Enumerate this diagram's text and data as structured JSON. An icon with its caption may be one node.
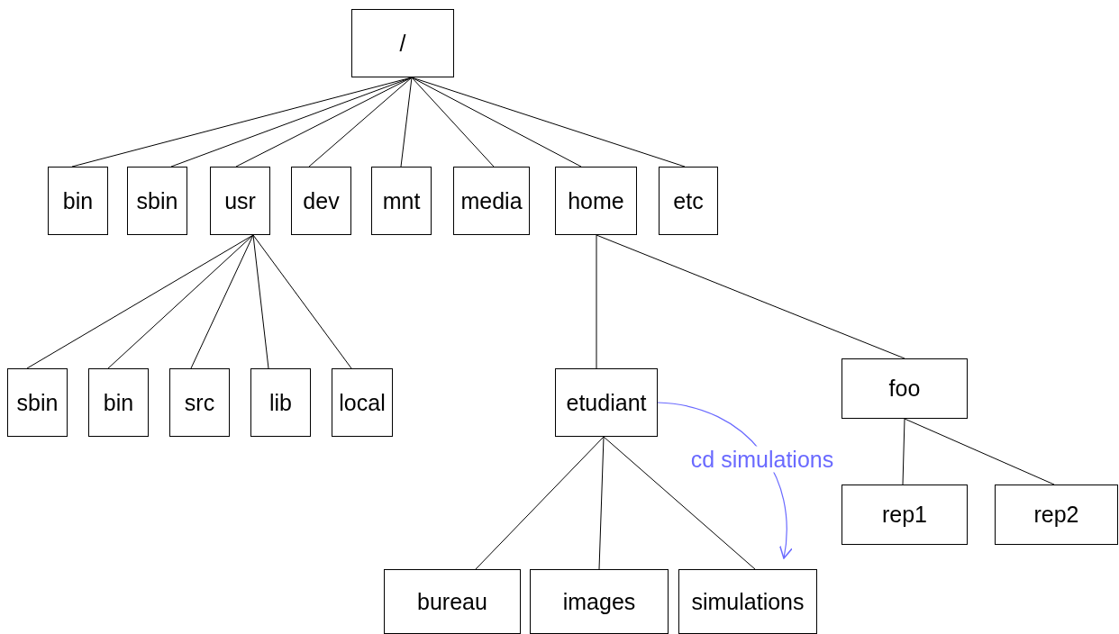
{
  "diagram": {
    "nodes": [
      {
        "text": [
          "/"
        ]
      },
      {
        "text": [
          "bin"
        ]
      },
      {
        "text": [
          "sbin"
        ]
      },
      {
        "text": [
          "usr"
        ]
      },
      {
        "text": [
          "dev"
        ]
      },
      {
        "text": [
          "mnt"
        ]
      },
      {
        "text": [
          "media"
        ]
      },
      {
        "text": [
          "home"
        ]
      },
      {
        "text": [
          "etc"
        ]
      },
      {
        "text": [
          "sbin"
        ]
      },
      {
        "text": [
          "bin"
        ]
      },
      {
        "text": [
          "src"
        ]
      },
      {
        "text": [
          "lib"
        ]
      },
      {
        "text": [
          "local"
        ]
      },
      {
        "text": [
          "etudiant"
        ]
      },
      {
        "text": [
          "foo"
        ]
      },
      {
        "text": [
          "bureau"
        ]
      },
      {
        "text": [
          "images"
        ]
      },
      {
        "text": [
          "simulations"
        ]
      },
      {
        "text": [
          "rep1"
        ]
      },
      {
        "text": [
          "rep2"
        ]
      }
    ],
    "edges": [
      {
        "from": 0,
        "to": 1,
        "arrow": "none"
      },
      {
        "from": 0,
        "to": 2,
        "arrow": "none"
      },
      {
        "from": 0,
        "to": 3,
        "arrow": "none"
      },
      {
        "from": 0,
        "to": 4,
        "arrow": "none"
      },
      {
        "from": 0,
        "to": 5,
        "arrow": "none"
      },
      {
        "from": 0,
        "to": 6,
        "arrow": "none"
      },
      {
        "from": 0,
        "to": 7,
        "arrow": "none"
      },
      {
        "from": 0,
        "to": 8,
        "arrow": "none"
      },
      {
        "from": 3,
        "to": 9,
        "arrow": "none"
      },
      {
        "from": 3,
        "to": 10,
        "arrow": "none"
      },
      {
        "from": 3,
        "to": 11,
        "arrow": "none"
      },
      {
        "from": 3,
        "to": 12,
        "arrow": "none"
      },
      {
        "from": 3,
        "to": 13,
        "arrow": "none"
      },
      {
        "from": 7,
        "to": 14,
        "arrow": "none"
      },
      {
        "from": 7,
        "to": 15,
        "arrow": "none"
      },
      {
        "from": 14,
        "to": 16,
        "arrow": "none"
      },
      {
        "from": 14,
        "to": 17,
        "arrow": "none"
      },
      {
        "from": 14,
        "to": 18,
        "arrow": "none"
      },
      {
        "from": 15,
        "to": 19,
        "arrow": "none"
      },
      {
        "from": 15,
        "to": 20,
        "arrow": "none"
      },
      {
        "from": 14,
        "to": 18,
        "arrow": "to",
        "label": "cd simulations",
        "color": "#6a6aff"
      }
    ]
  }
}
